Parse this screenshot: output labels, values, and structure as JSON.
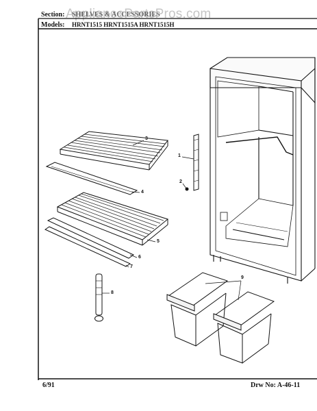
{
  "header": {
    "section_label": "Section:",
    "section_value": "SHELVES & ACCESSORIES",
    "models_label": "Models:",
    "models_value": "HRNT1515  HRNT1515A  HRNT1515H"
  },
  "watermark": "AppliancePartsPros.com",
  "footer": {
    "date": "6/91",
    "drawing_no": "Drw No: A-46-11"
  },
  "callouts": [
    "1",
    "2",
    "3",
    "4",
    "5",
    "6",
    "7",
    "8",
    "9"
  ]
}
